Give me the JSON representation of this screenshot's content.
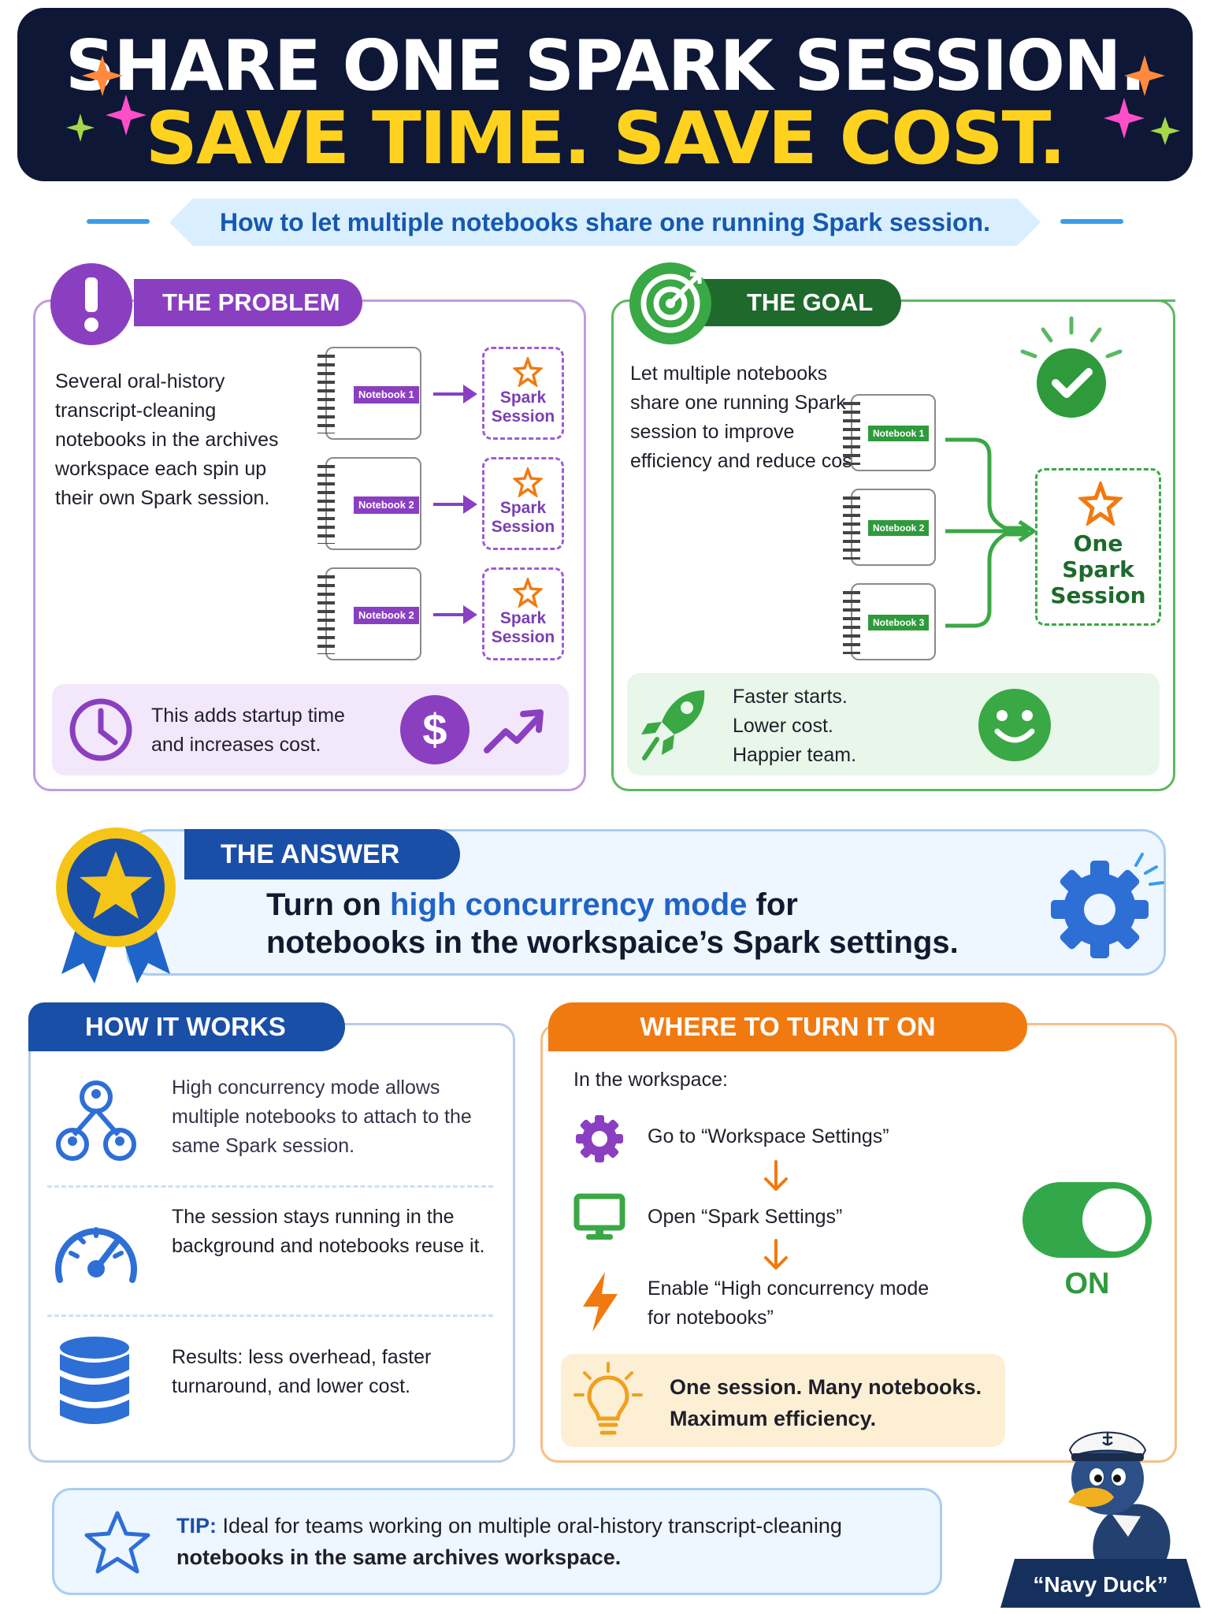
{
  "header": {
    "line1": "SHARE ONE SPARK SESSION.",
    "line2": "SAVE TIME. SAVE COST."
  },
  "subtitle": "How to let multiple notebooks share one running Spark session.",
  "problem": {
    "title": "THE PROBLEM",
    "text": "Several oral-history transcript-cleaning notebooks in the archives workspace each spin up their own Spark session.",
    "notebooks": [
      "Notebook 1",
      "Notebook 2",
      "Notebook 2"
    ],
    "session_line1": "Spark",
    "session_line2": "Session",
    "footer": "This adds startup time and increases cost.",
    "dollar": "$"
  },
  "goal": {
    "title": "THE GOAL",
    "text": "Let multiple notebooks share one running Spark session to improve efficiency and reduce cost.",
    "notebooks": [
      "Notebook 1",
      "Notebook 2",
      "Notebook 3"
    ],
    "session_line1": "One",
    "session_line2": "Spark",
    "session_line3": "Session",
    "footer_line1": "Faster starts.",
    "footer_line2": "Lower cost.",
    "footer_line3": "Happier team."
  },
  "answer": {
    "title": "THE ANSWER",
    "pre": "Turn on ",
    "highlight": "high concurrency mode",
    "post": " for",
    "line2": "notebooks in the workspaice’s Spark settings."
  },
  "how": {
    "title": "HOW IT WORKS",
    "items": [
      "High concurrency mode allows multiple notebooks to attach to the same Spark session.",
      "The session stays running in the background and notebooks reuse it.",
      "Results: less overhead, faster turnaround, and lower cost."
    ]
  },
  "where": {
    "title": "WHERE TO TURN IT ON",
    "intro": "In the workspace:",
    "step1": "Go to “Workspace Settings”",
    "step2": "Open “Spark Settings”",
    "step3_line1": "Enable “High concurrency mode",
    "step3_line2": "for notebooks”",
    "toggle_label": "ON",
    "tip_line1": "One session. Many notebooks.",
    "tip_line2": "Maximum efficiency."
  },
  "tip": {
    "label": "TIP:",
    "line1": "Ideal for teams working on multiple oral-history transcript-cleaning",
    "line2": "notebooks in the same archives workspace."
  },
  "mascot": {
    "name": "“Navy Duck”"
  },
  "colors": {
    "purple": "#8a3fc0",
    "green": "#3aa845",
    "blue": "#1a4fa8",
    "orange": "#f07a10",
    "navy": "#0e1736",
    "yellow": "#ffd21f"
  }
}
